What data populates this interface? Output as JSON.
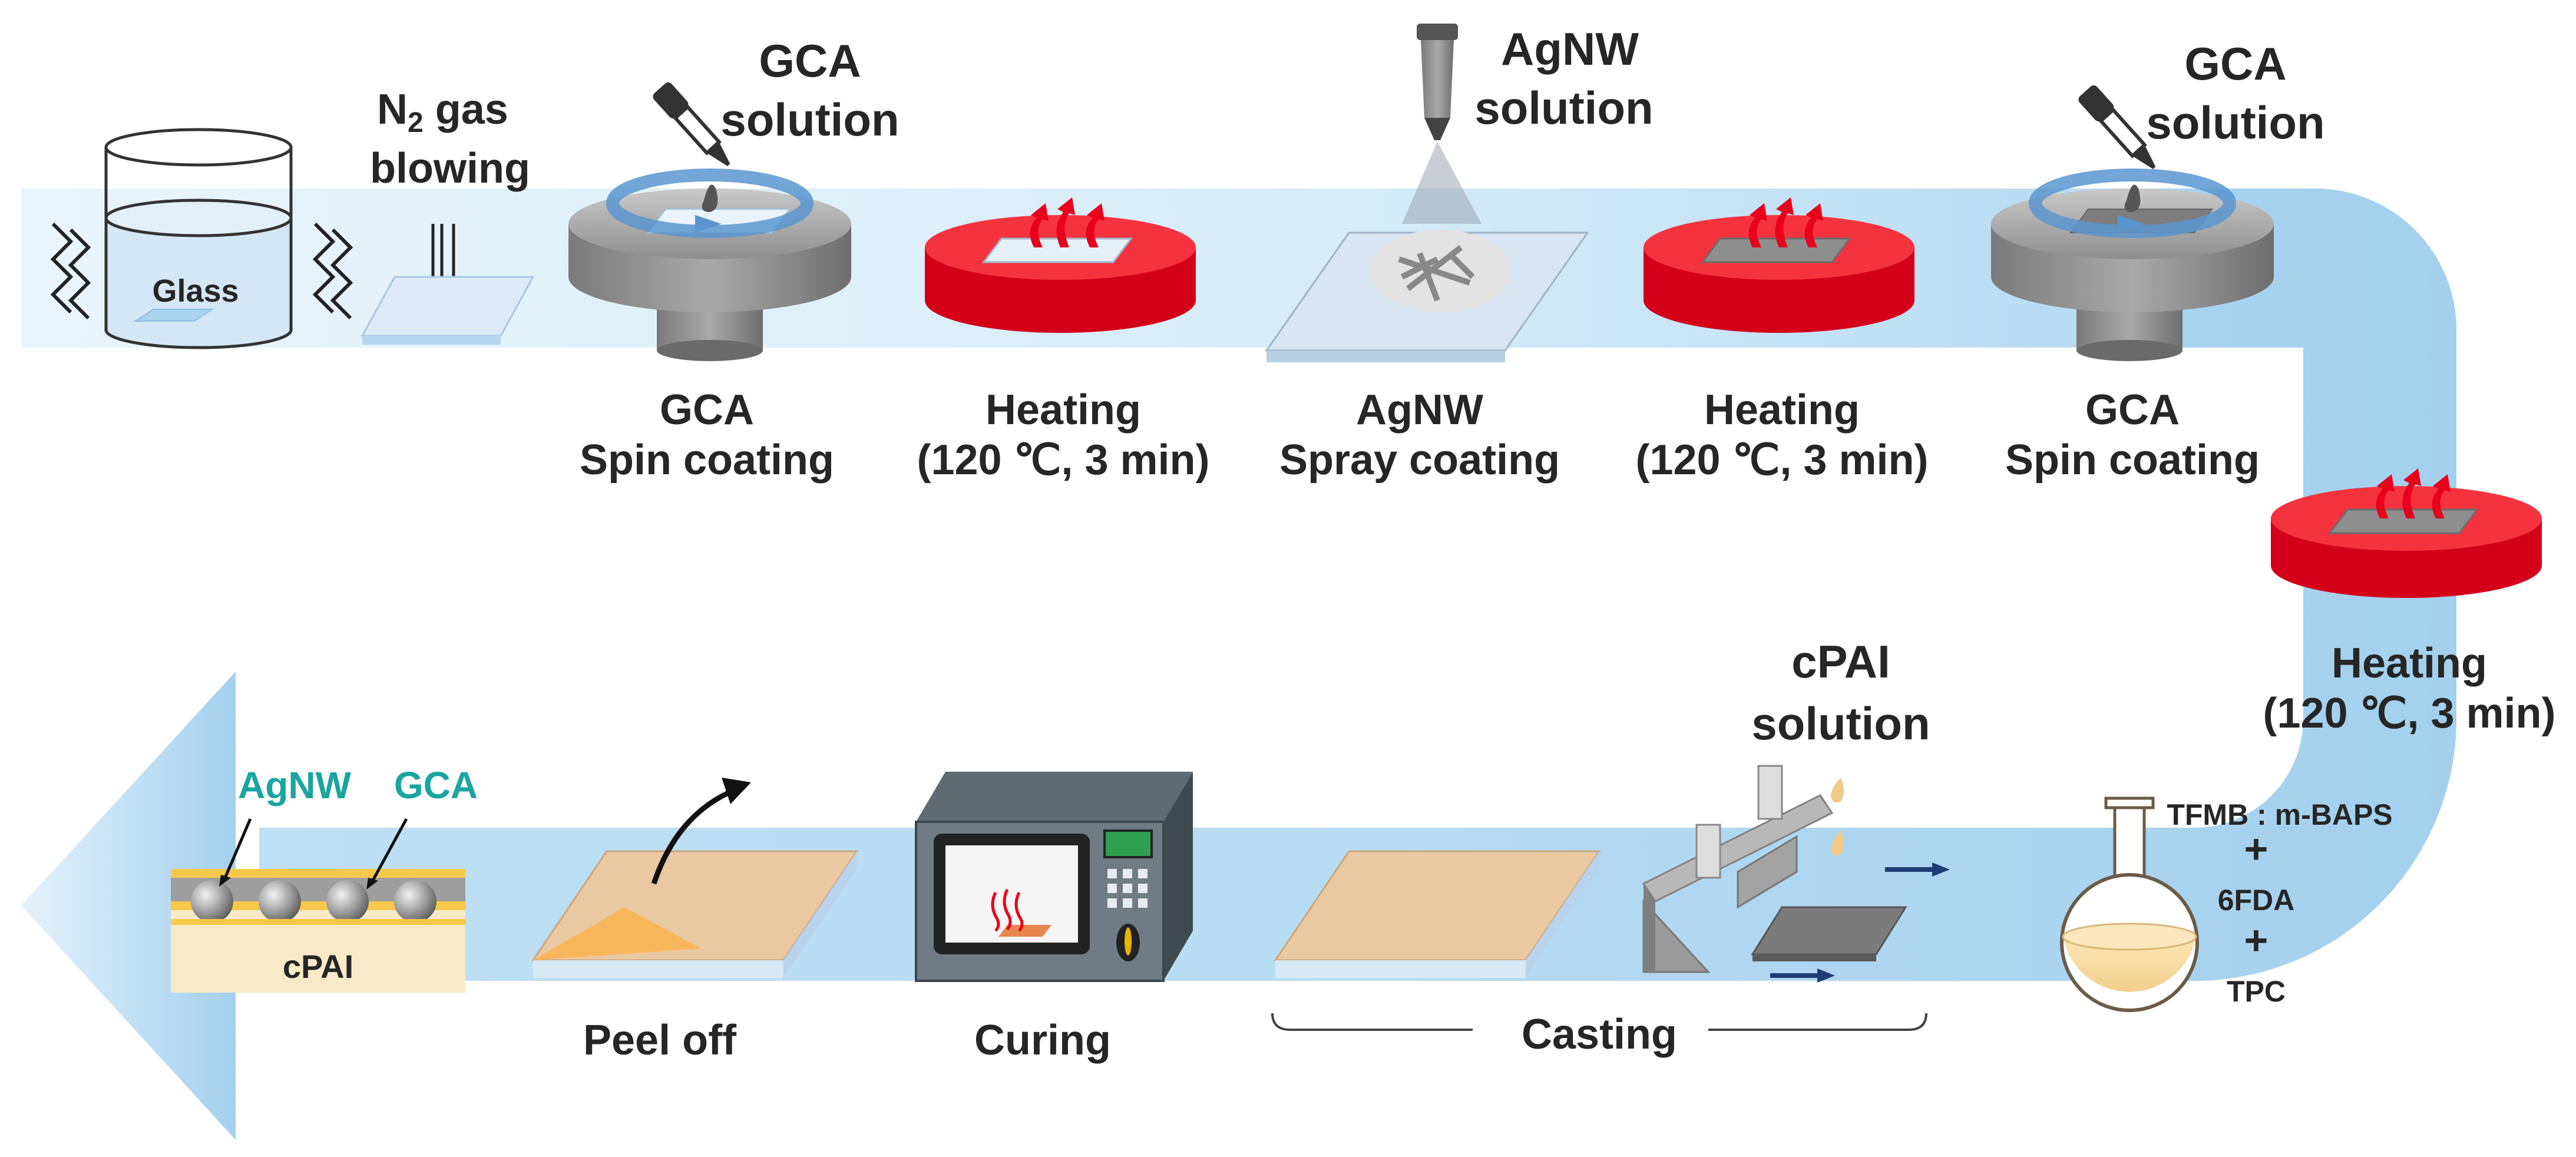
{
  "colors": {
    "band": "#b9dcf2",
    "band_light": "#e3f2fb",
    "hot_plate": "#e8001c",
    "accent_text": "#1aa5a0",
    "film": "#e9c8a2",
    "glass": "#d8ecf8"
  },
  "row1": {
    "glass_label": "Glass",
    "n2_symbol": "N",
    "n2_sub": "2",
    "n2_rest": " gas",
    "n2_line2": "blowing",
    "gca1_solution_line1": "GCA",
    "gca1_solution_line2": "solution",
    "gca1_step_line1": "GCA",
    "gca1_step_line2": "Spin coating",
    "heat1_line1": "Heating",
    "heat1_line2": "(120 ℃, 3 min)",
    "agnw_solution_line1": "AgNW",
    "agnw_solution_line2": "solution",
    "agnw_step_line1": "AgNW",
    "agnw_step_line2": "Spray coating",
    "heat2_line1": "Heating",
    "heat2_line2": "(120 ℃, 3 min)",
    "gca2_solution_line1": "GCA",
    "gca2_solution_line2": "solution",
    "gca2_step_line1": "GCA",
    "gca2_step_line2": "Spin coating"
  },
  "turn": {
    "heat3_line1": "Heating",
    "heat3_line2": "(120 ℃, 3 min)"
  },
  "row2": {
    "reagent1": "TFMB : m-BAPS",
    "plus1": "+",
    "reagent2": "6FDA",
    "plus2": "+",
    "reagent3": "TPC",
    "cpai_solution_line1": "cPAI",
    "cpai_solution_line2": "solution",
    "casting": "Casting",
    "curing": "Curing",
    "peel_off": "Peel off",
    "stack_agnw": "AgNW",
    "stack_gca": "GCA",
    "stack_cpai": "cPAI"
  }
}
